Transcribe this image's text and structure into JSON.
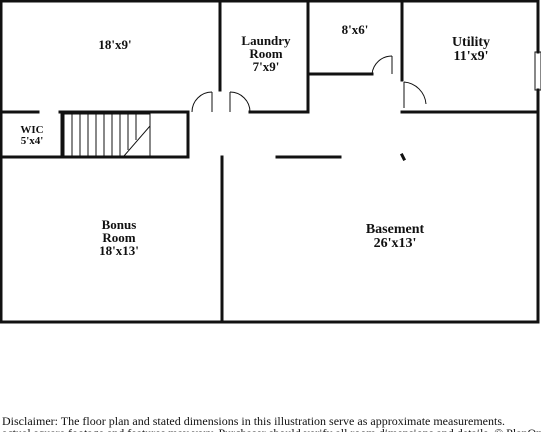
{
  "rooms": {
    "bedroom": {
      "dims": "18'x9'"
    },
    "laundry": {
      "name_line1": "Laundry",
      "name_line2": "Room",
      "dims": "7'x9'"
    },
    "closet": {
      "dims": "8'x6'"
    },
    "utility": {
      "name": "Utility",
      "dims": "11'x9'"
    },
    "wic": {
      "name": "WIC",
      "dims": "5'x4'"
    },
    "bonus": {
      "name_line1": "Bonus",
      "name_line2": "Room",
      "dims": "18'x13'"
    },
    "basement": {
      "name": "Basement",
      "dims": "26'x13'"
    }
  },
  "disclaimer": {
    "line1": "Disclaimer: The floor plan and stated dimensions in this illustration serve as approximate measurements.",
    "line2": "actual square footage and features may vary. Purchaser should verify all room dimensions and details. © PlanOmatic"
  }
}
